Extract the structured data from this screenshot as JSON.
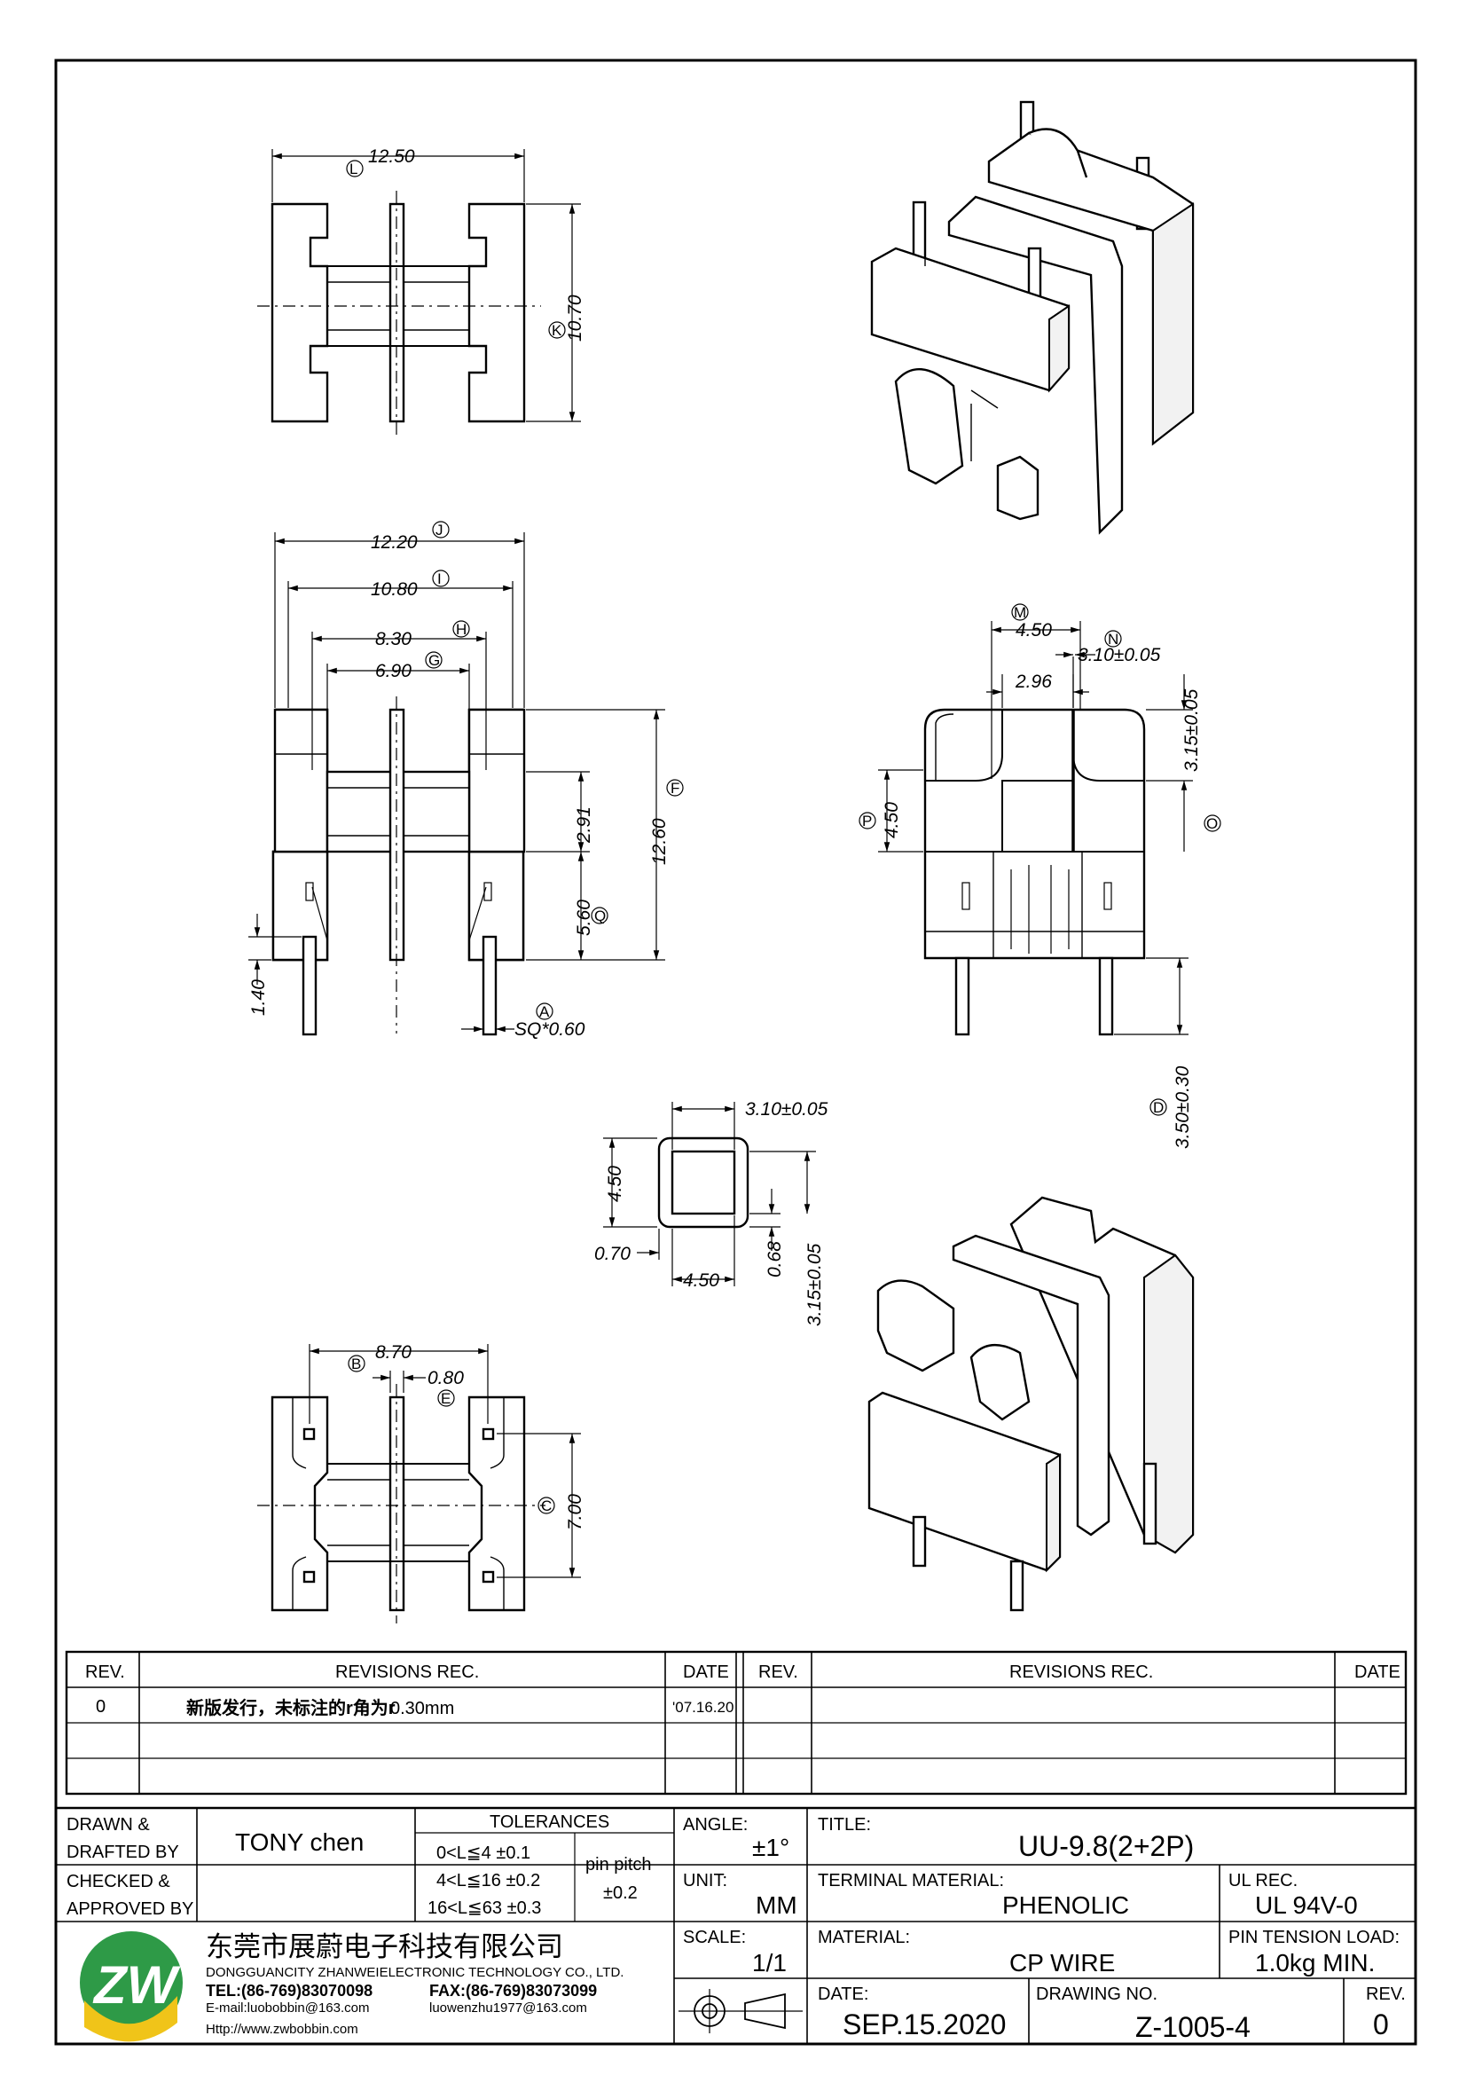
{
  "dimensions": {
    "top_view": {
      "L": "12.50",
      "K": "10.70"
    },
    "front_view": {
      "J": "12.20",
      "I": "10.80",
      "H": "8.30",
      "G": "6.90",
      "F": "12.60",
      "d291": "2.91",
      "Q": "5.60",
      "d140": "1.40",
      "A": "SQ*0.60"
    },
    "side_view": {
      "M": "4.50",
      "N": "3.10±0.05",
      "d296": "2.96",
      "P": "4.50",
      "O": "3.15±0.05",
      "D": "3.50±0.30"
    },
    "section": {
      "w": "3.10±0.05",
      "h": "4.50",
      "wall": "0.70",
      "inner": "4.50",
      "d068": "0.68",
      "d315": "3.15±0.05"
    },
    "bottom_view": {
      "B": "8.70",
      "E": "0.80",
      "C": "7.00"
    },
    "labels": [
      "L",
      "K",
      "J",
      "I",
      "H",
      "G",
      "F",
      "Q",
      "A",
      "M",
      "N",
      "P",
      "O",
      "D",
      "B",
      "E",
      "C"
    ]
  },
  "revisions": {
    "headers": {
      "rev": "REV.",
      "revisions": "REVISIONS  REC.",
      "date": "DATE"
    },
    "rows": [
      {
        "rev": "0",
        "text_cn": "新版发行，未标注的r角为r",
        "text_value": "0.30mm",
        "date": "'07.16.20"
      }
    ]
  },
  "title_block": {
    "drawn_by_label_1": "DRAWN &",
    "drawn_by_label_2": "DRAFTED BY",
    "drawn_by": "TONY  chen",
    "checked_label_1": "CHECKED &",
    "checked_label_2": "APPROVED BY",
    "tolerances_label": "TOLERANCES",
    "tol_rows": [
      "0<L≦4   ±0.1",
      "4<L≦16  ±0.2",
      "16<L≦63  ±0.3"
    ],
    "pin_pitch_label": "pin pitch",
    "pin_pitch_value": "±0.2",
    "angle_label": "ANGLE:",
    "angle_value": "±1°",
    "unit_label": "UNIT:",
    "unit_value": "MM",
    "scale_label": "SCALE:",
    "scale_value": "1/1",
    "title_label": "TITLE:",
    "title_value": "UU-9.8(2+2P)",
    "terminal_label": "TERMINAL  MATERIAL:",
    "terminal_value": "PHENOLIC",
    "ul_label": "UL  REC.",
    "ul_value": "UL  94V-0",
    "material_label": "MATERIAL:",
    "material_value": "CP  WIRE",
    "pin_tension_label": "PIN  TENSION  LOAD:",
    "pin_tension_value": "1.0kg  MIN.",
    "date_label": "DATE:",
    "date_value": "SEP.15.2020",
    "drawing_no_label": "DRAWING  NO.",
    "drawing_no_value": "Z-1005-4",
    "rev_label": "REV.",
    "rev_value": "0"
  },
  "company": {
    "logo_letters": "ZW",
    "name_cn": "东莞市展蔚电子科技有限公司",
    "name_en": "DONGGUANCITY  ZHANWEIELECTRONIC  TECHNOLOGY  CO., LTD.",
    "tel": "TEL:(86-769)83070098",
    "fax": "FAX:(86-769)83073099",
    "email": "E-mail:luobobbin@163.com",
    "email2": "luowenzhu1977@163.com",
    "web": "Http://www.zwbobbin.com"
  }
}
